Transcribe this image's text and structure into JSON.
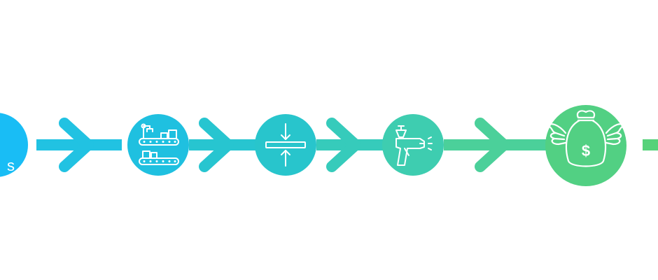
{
  "diagram": {
    "type": "process-flow",
    "start_node": {
      "icon": "partially-visible-circle",
      "visible_letters": [
        "s",
        "s"
      ],
      "color": "#19BDF5"
    },
    "steps": [
      {
        "icon": "robot-arm-conveyor-icon",
        "color": "#1FC0E0"
      },
      {
        "icon": "compression-press-icon",
        "color": "#28C5CC"
      },
      {
        "icon": "spray-paint-gun-icon",
        "color": "#3ECDB0"
      },
      {
        "icon": "money-bag-wings-icon",
        "color": "#52D083"
      }
    ],
    "connector_colors": [
      "#21C2E2",
      "#27C5D0",
      "#36CBBB",
      "#4BD09A",
      "#56D27A"
    ],
    "gradient": {
      "start": "#12B9F5",
      "end": "#57D478"
    }
  }
}
